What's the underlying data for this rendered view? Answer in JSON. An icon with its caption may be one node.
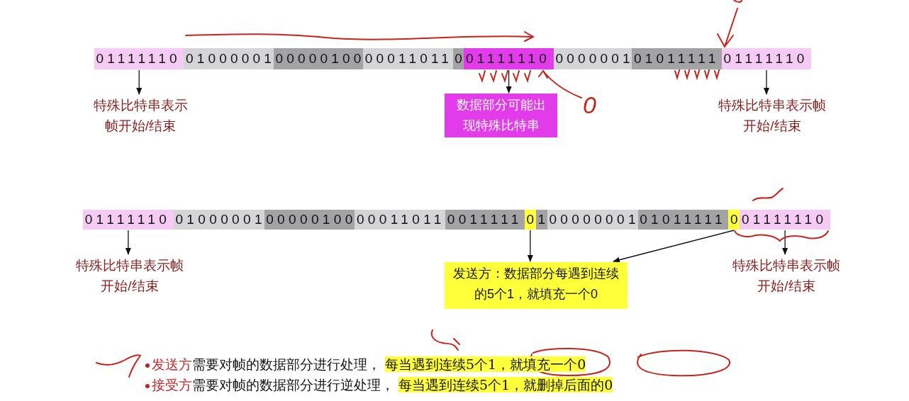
{
  "diagram": {
    "nodes": [
      {
        "text": [
          "01111110"
        ]
      },
      {
        "text": [
          "01000001"
        ]
      },
      {
        "text": [
          "00000100"
        ]
      },
      {
        "text": [
          "00011011"
        ]
      },
      {
        "text": [
          "0"
        ]
      },
      {
        "text": [
          "01111110"
        ]
      },
      {
        "text": [
          "0000001"
        ]
      },
      {
        "text": [
          "01011111"
        ]
      },
      {
        "text": [
          "01111110"
        ]
      },
      {
        "text": [
          "特殊比特串表示帧开始/结束"
        ]
      },
      {
        "text": [
          "数据部分可能出现特殊比特串"
        ]
      },
      {
        "text": [
          "特殊比特串表示帧开始/结束"
        ]
      },
      {
        "text": [
          "01111110"
        ]
      },
      {
        "text": [
          "01000001"
        ]
      },
      {
        "text": [
          "00000100"
        ]
      },
      {
        "text": [
          "00011011"
        ]
      },
      {
        "text": [
          "0011111"
        ]
      },
      {
        "text": [
          "0"
        ]
      },
      {
        "text": [
          "1"
        ]
      },
      {
        "text": [
          "00000001"
        ]
      },
      {
        "text": [
          "01011111"
        ]
      },
      {
        "text": [
          "0"
        ]
      },
      {
        "text": [
          "01111110"
        ]
      },
      {
        "text": [
          "特殊比特串表示帧开始/结束"
        ]
      },
      {
        "text": [
          "发送方：数据部分每遇到连续的5个1，就填充一个0"
        ]
      },
      {
        "text": [
          "特殊比特串表示帧开始/结束"
        ]
      }
    ],
    "edges": [
      {
        "from": 0,
        "to": 9,
        "arrow": "to"
      },
      {
        "from": 5,
        "to": 10,
        "arrow": "to"
      },
      {
        "from": 8,
        "to": 11,
        "arrow": "to"
      },
      {
        "from": 12,
        "to": 23,
        "arrow": "to"
      },
      {
        "from": 17,
        "to": 24,
        "arrow": "to"
      },
      {
        "from": 21,
        "to": 24,
        "arrow": "to"
      },
      {
        "from": 22,
        "to": 25,
        "arrow": "to"
      }
    ],
    "labels": [
      "0",
      "发送方",
      "需要对帧的数据部分进行处理，",
      "每当遇到连续5个1，就填充一个0",
      "接受方",
      "需要对帧的数据部分进行逆处理，",
      "每当遇到连续5个1，就删掉后面的0"
    ]
  }
}
